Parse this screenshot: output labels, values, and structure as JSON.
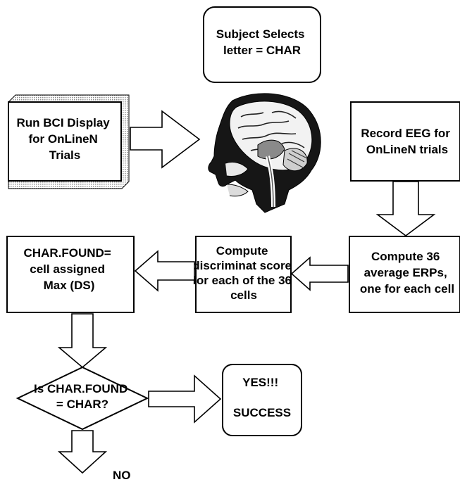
{
  "nodes": {
    "subject_selects": {
      "lines": [
        "Subject Selects",
        "letter = CHAR"
      ]
    },
    "run_bci": {
      "lines": [
        "Run BCI Display",
        "for OnLineN",
        "Trials"
      ]
    },
    "record_eeg": {
      "lines": [
        "Record EEG for",
        "OnLineN trials"
      ]
    },
    "compute_erps": {
      "lines": [
        "Compute 36",
        "average ERPs,",
        "one for each cell"
      ]
    },
    "compute_ds": {
      "lines": [
        "Compute",
        "discriminat score",
        "for each of the 36",
        "cells"
      ]
    },
    "char_found": {
      "lines": [
        "CHAR.FOUND=",
        "cell assigned",
        "Max (DS)"
      ]
    },
    "decision": {
      "lines": [
        "Is CHAR.FOUND",
        "= CHAR?"
      ]
    },
    "success": {
      "lines": [
        "YES!!!",
        "",
        "SUCCESS"
      ]
    }
  },
  "labels": {
    "no": "NO"
  },
  "icons": {
    "head": "brain-head-icon"
  }
}
